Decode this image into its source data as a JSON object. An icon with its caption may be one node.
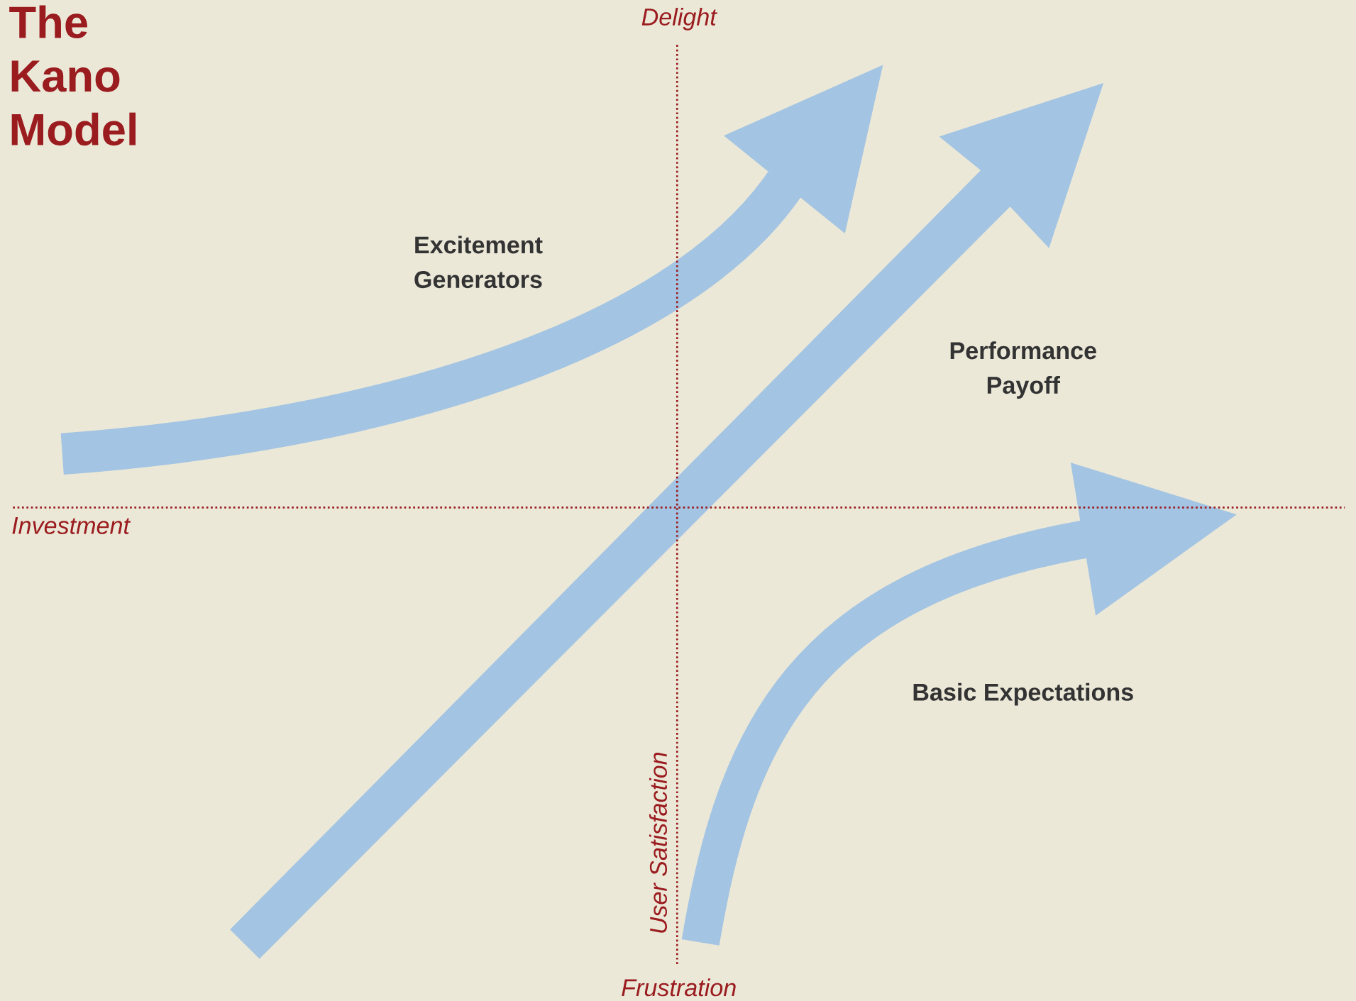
{
  "diagram": {
    "title": "The Kano Model",
    "labels": [
      "Delight",
      "Excitement Generators",
      "Performance Payoff",
      "Investment",
      "Basic Expectations",
      "User Satisfaction",
      "Frustration"
    ]
  }
}
